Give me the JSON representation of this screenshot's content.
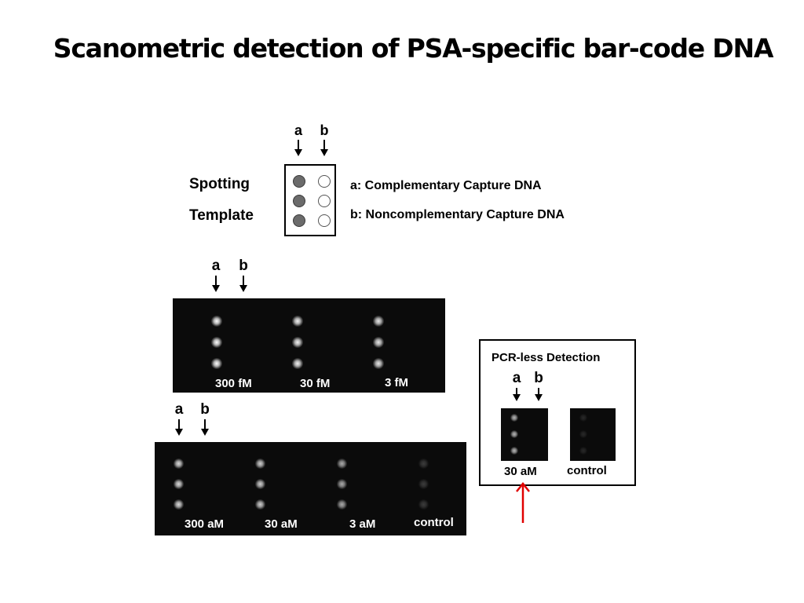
{
  "slide": {
    "title": "Scanometric detection of PSA-specific bar-code DNA"
  },
  "template": {
    "arrow_a": "a",
    "arrow_b": "b",
    "label_line1": "Spotting",
    "label_line2": "Template",
    "legend_a": "a: Complementary Capture DNA",
    "legend_b": "b: Noncomplementary Capture DNA",
    "rows": 3,
    "column_a_style": "filled",
    "column_b_style": "open"
  },
  "fm_panel": {
    "arrow_a": "a",
    "arrow_b": "b",
    "samples": [
      {
        "label": "300 fM",
        "intensity_a": 1.0,
        "intensity_b": 0.0
      },
      {
        "label": "30 fM",
        "intensity_a": 0.95,
        "intensity_b": 0.0
      },
      {
        "label": "3 fM",
        "intensity_a": 0.9,
        "intensity_b": 0.0
      }
    ]
  },
  "am_panel": {
    "arrow_a": "a",
    "arrow_b": "b",
    "samples": [
      {
        "label": "300 aM",
        "intensity_a": 0.85,
        "intensity_b": 0.0
      },
      {
        "label": "30 aM",
        "intensity_a": 0.8,
        "intensity_b": 0.0
      },
      {
        "label": "3 aM",
        "intensity_a": 0.65,
        "intensity_b": 0.0
      },
      {
        "label": "control",
        "intensity_a": 0.2,
        "intensity_b": 0.0
      }
    ]
  },
  "pcr_less": {
    "title": "PCR-less Detection",
    "arrow_a": "a",
    "arrow_b": "b",
    "samples": [
      {
        "label": "30 aM",
        "intensity_a": 0.7,
        "intensity_b": 0.0
      },
      {
        "label": "control",
        "intensity_a": 0.12,
        "intensity_b": 0.0
      }
    ]
  },
  "colors": {
    "panel_background": "#0b0b0b",
    "spot": "#ffffff",
    "highlight_arrow": "#e00000"
  }
}
